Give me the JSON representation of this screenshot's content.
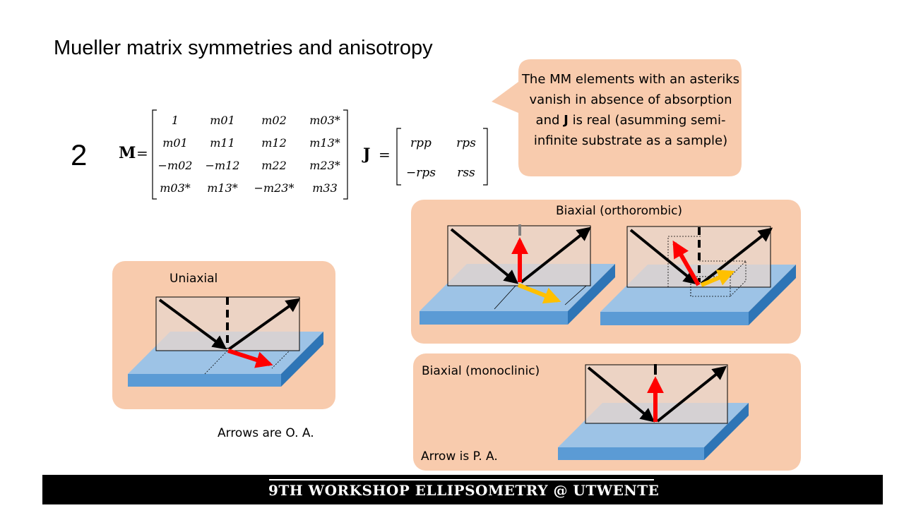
{
  "slide": {
    "title": "Mueller matrix symmetries and anisotropy",
    "number": "2"
  },
  "callout": {
    "text_before": "The MM elements with an asteriks vanish in absence of absorption and ",
    "bold": "J",
    "text_after": " is real (asumming semi-infinite substrate as a sample)"
  },
  "equations": {
    "M_symbol": "M",
    "equals": "=",
    "M_rows": [
      [
        "1",
        "m01",
        "m02",
        "m03*"
      ],
      [
        "m01",
        "m11",
        "m12",
        "m13*"
      ],
      [
        "−m02",
        "−m12",
        "m22",
        "m23*"
      ],
      [
        "m03*",
        "m13*",
        "−m23*",
        "m33"
      ]
    ],
    "J_symbol": "J",
    "J_rows": [
      [
        "rpp",
        "rps"
      ],
      [
        "−rps",
        "rss"
      ]
    ]
  },
  "panels": {
    "uniaxial": {
      "label": "Uniaxial"
    },
    "orthorombic": {
      "label": "Biaxial (orthorombic)"
    },
    "monoclinic": {
      "label": "Biaxial (monoclinic)"
    }
  },
  "captions": {
    "uniaxial": "Arrows are O. A.",
    "monoclinic": "Arrow is P. A."
  },
  "footer": {
    "text": "9TH WORKSHOP ELLIPSOMETRY @ UTWENTE"
  },
  "colors": {
    "panel": "#f8cbad",
    "slab_top": "#9dc3e6",
    "slab_front": "#5b9bd5",
    "slab_side": "#2e75b6",
    "plane": "#e8d5cc",
    "red_arrow": "#ff0000",
    "yellow_arrow": "#ffc000",
    "footer_bg": "#000000"
  }
}
